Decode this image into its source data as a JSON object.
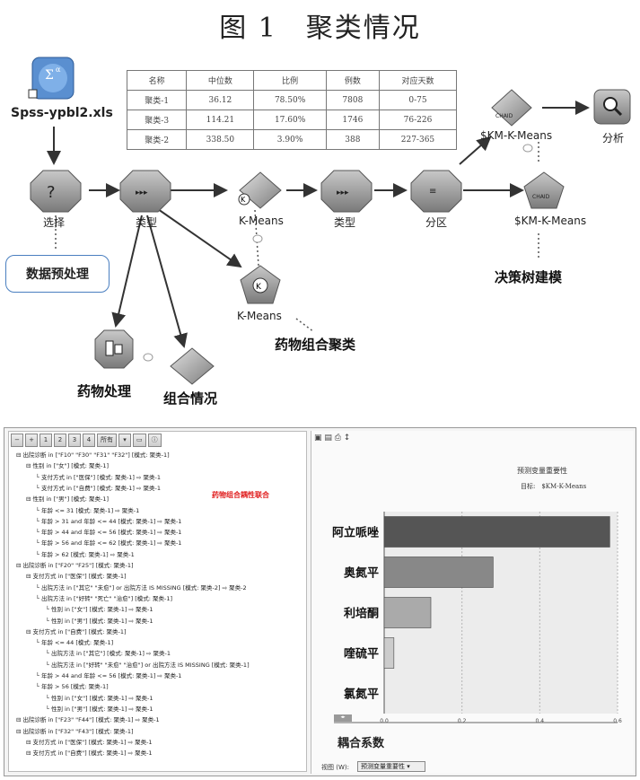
{
  "title": "图 1　聚类情况",
  "stream": {
    "source_label": "Spss-ypbl2.xls",
    "nodes": {
      "select": "选择",
      "type1": "类型",
      "kmeans1": "K-Means",
      "type2": "类型",
      "partition": "分区",
      "skm_top": "$KM-K-Means",
      "analysis": "分析",
      "skm_right": "$KM-K-Means",
      "kmeans2": "K-Means",
      "drug_process": "药物处理",
      "combo": "组合情况",
      "chaid": "CHAID"
    },
    "annotations": {
      "preprocess": "数据预处理",
      "decision_tree": "决策树建模",
      "drug_cluster": "药物组合聚类"
    },
    "table": {
      "headers": [
        "名称",
        "中位数",
        "比例",
        "例数",
        "对应天数"
      ],
      "rows": [
        [
          "聚类-1",
          "36.12",
          "78.50%",
          "7808",
          "0-75"
        ],
        [
          "聚类-3",
          "114.21",
          "17.60%",
          "1746",
          "76-226"
        ],
        [
          "聚类-2",
          "338.50",
          "3.90%",
          "388",
          "227-365"
        ]
      ]
    }
  },
  "window": {
    "toolbar": [
      "1",
      "2",
      "3",
      "4",
      "所有"
    ],
    "tree_lines": [
      "出院诊断 in [\"F10\" \"F30\" \"F31\" \"F32\"] [模式: 聚类-1]",
      "性别 in [\"女\"] [模式: 聚类-1]",
      "支付方式 in [\"医保\"] [模式: 聚类-1] ⇨ 聚类-1",
      "支付方式 in [\"自费\"] [模式: 聚类-1] ⇨ 聚类-1",
      "性别 in [\"男\"] [模式: 聚类-1]",
      "年龄 <= 31 [模式: 聚类-1] ⇨ 聚类-1",
      "年龄 > 31 and 年龄 <= 44 [模式: 聚类-1] ⇨ 聚类-1",
      "年龄 > 44 and 年龄 <= 56 [模式: 聚类-1] ⇨ 聚类-1",
      "年龄 > 56 and 年龄 <= 62 [模式: 聚类-1] ⇨ 聚类-1",
      "年龄 > 62 [模式: 聚类-1] ⇨ 聚类-1",
      "出院诊断 in [\"F20\" \"F25\"] [模式: 聚类-1]",
      "支付方式 in [\"医保\"] [模式: 聚类-1]",
      "出院方法 in [\"其它\" \"未愈\"] or 出院方法 IS MISSING [模式: 聚类-2] ⇨ 聚类-2",
      "出院方法 in [\"好转\" \"死亡\" \"治愈\"] [模式: 聚类-1]",
      "性别 in [\"女\"] [模式: 聚类-1] ⇨ 聚类-1",
      "性别 in [\"男\"] [模式: 聚类-1] ⇨ 聚类-1",
      "支付方式 in [\"自费\"] [模式: 聚类-1]",
      "年龄 <= 44 [模式: 聚类-1]",
      "出院方法 in [\"其它\"] [模式: 聚类-1] ⇨ 聚类-1",
      "出院方法 in [\"好转\" \"未愈\" \"治愈\"] or 出院方法 IS MISSING [模式: 聚类-1]",
      "年龄 > 44 and 年龄 <= 56 [模式: 聚类-1] ⇨ 聚类-1",
      "年龄 > 56 [模式: 聚类-1]",
      "性别 in [\"女\"] [模式: 聚类-1] ⇨ 聚类-1",
      "性别 in [\"男\"] [模式: 聚类-1] ⇨ 聚类-1",
      "出院诊断 in [\"F23\" \"F44\"] [模式: 聚类-1] ⇨ 聚类-1",
      "出院诊断 in [\"F32\" \"F43\"] [模式: 聚类-1]",
      "支付方式 in [\"医保\"] [模式: 聚类-1] ⇨ 聚类-1",
      "支付方式 in [\"自费\"] [模式: 聚类-1] ⇨ 聚类-1"
    ],
    "tree_red_note": "药物组合耦性联合",
    "view_label": "视图 (W):",
    "view_select": "预测变量重要性"
  },
  "chart_data": {
    "type": "bar",
    "orientation": "horizontal",
    "title": "预测变量重要性",
    "subtitle": "目标:　$KM-K-Means",
    "categories": [
      "阿立哌唑",
      "奥氮平",
      "利培酮",
      "喹硫平",
      "氯氮平"
    ],
    "values": [
      0.58,
      0.28,
      0.12,
      0.025,
      0
    ],
    "xlim": [
      0,
      0.6
    ],
    "xticks": [
      "0.0",
      "0.2",
      "0.4",
      "0.6"
    ],
    "grid": true,
    "xlabel": "耦合系数",
    "colors": [
      "#555555",
      "#888888",
      "#aaaaaa",
      "#cccccc"
    ]
  }
}
